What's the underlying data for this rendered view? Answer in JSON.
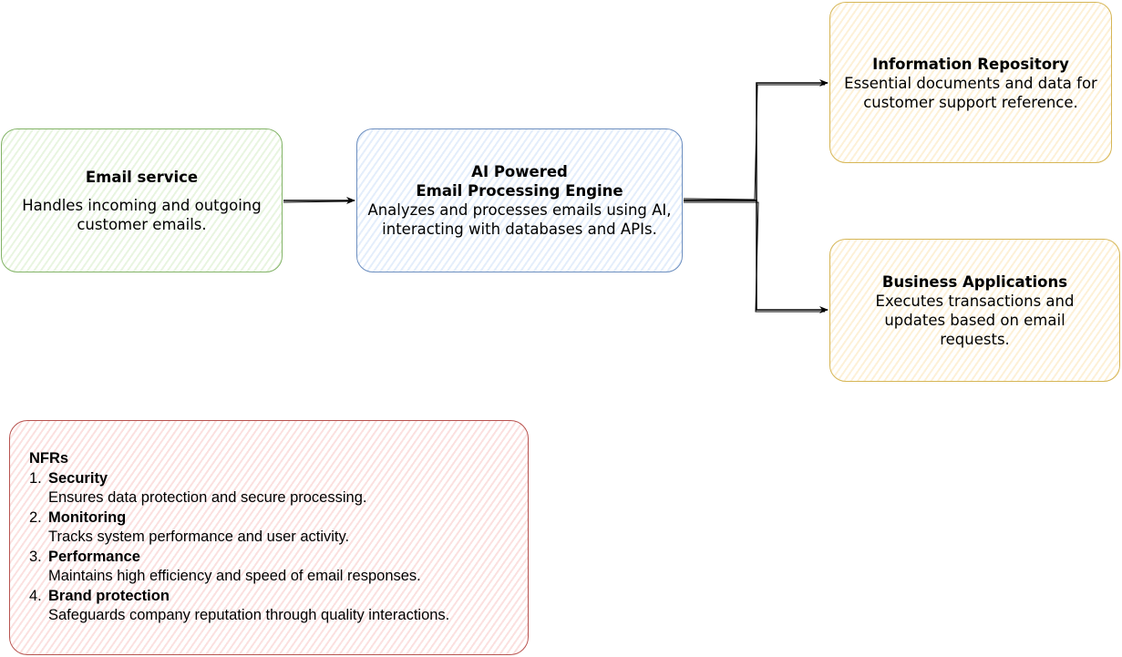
{
  "nodes": {
    "email_service": {
      "title": "Email service",
      "description": "Handles incoming and outgoing customer emails."
    },
    "engine": {
      "title_line1": "AI Powered",
      "title_line2": "Email Processing Engine",
      "description": "Analyzes and processes emails using AI, interacting with databases and APIs."
    },
    "info_repo": {
      "title": "Information Repository",
      "description": "Essential documents and data for customer support reference."
    },
    "business_apps": {
      "title": "Business Applications",
      "description": "Executes transactions and updates based on email requests."
    }
  },
  "nfrs": {
    "title": "NFRs",
    "items": [
      {
        "num": "1.",
        "name": "Security",
        "desc": "Ensures data protection and secure processing."
      },
      {
        "num": "2.",
        "name": "Monitoring",
        "desc": "Tracks system performance and user activity."
      },
      {
        "num": "3.",
        "name": "Performance",
        "desc": "Maintains high efficiency and speed of email responses."
      },
      {
        "num": "4.",
        "name": "Brand protection",
        "desc": "Safeguards company reputation through quality interactions."
      }
    ]
  },
  "colors": {
    "green": "#82b366",
    "blue": "#6c8ebf",
    "yellow": "#d6b656",
    "red": "#b85450"
  },
  "edges": [
    {
      "from": "email_service",
      "to": "engine"
    },
    {
      "from": "engine",
      "to": "info_repo"
    },
    {
      "from": "engine",
      "to": "business_apps"
    }
  ]
}
